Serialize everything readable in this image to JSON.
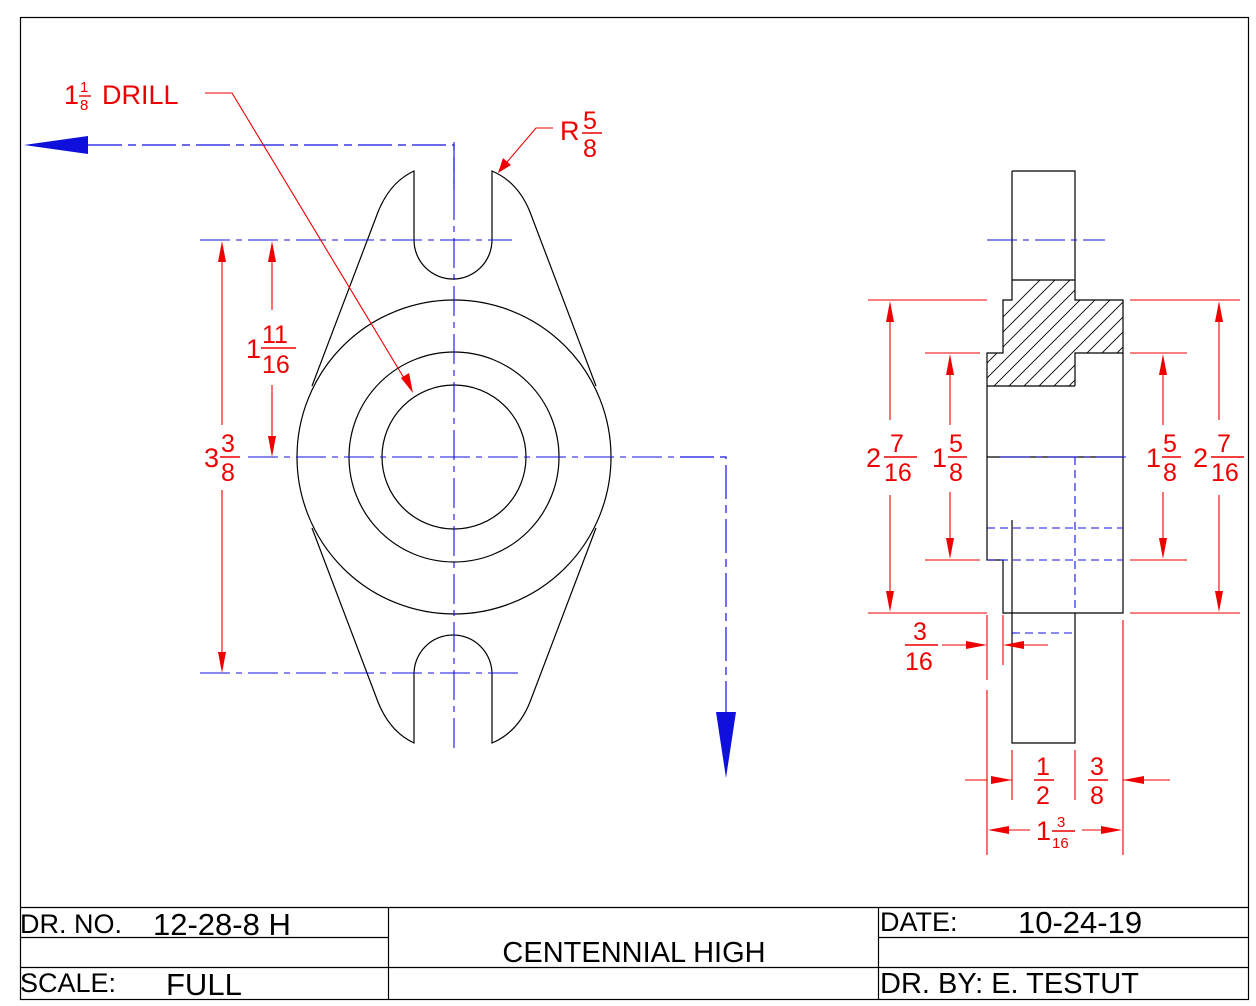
{
  "dimensions": {
    "drill": {
      "whole": "1",
      "num": "1",
      "den": "8",
      "label": "DRILL"
    },
    "radius": {
      "prefix": "R",
      "num": "5",
      "den": "8"
    },
    "height_3_3_8": {
      "whole": "3",
      "num": "3",
      "den": "8"
    },
    "height_1_11_16": {
      "whole": "1",
      "num": "11",
      "den": "16"
    },
    "side_left_2_7_16": {
      "whole": "2",
      "num": "7",
      "den": "16"
    },
    "side_left_1_5_8": {
      "whole": "1",
      "num": "5",
      "den": "8"
    },
    "side_right_1_5_8": {
      "whole": "1",
      "num": "5",
      "den": "8"
    },
    "side_right_2_7_16": {
      "whole": "2",
      "num": "7",
      "den": "16"
    },
    "step_3_16": {
      "num": "3",
      "den": "16"
    },
    "width_1_2": {
      "num": "1",
      "den": "2"
    },
    "width_3_8": {
      "num": "3",
      "den": "8"
    },
    "overall_1_3_16": {
      "whole": "1",
      "num": "3",
      "den": "16"
    }
  },
  "title_block": {
    "dr_no_label": "DR. NO.",
    "dr_no_value": "12-28-8 H",
    "scale_label": "SCALE:",
    "scale_value": "FULL",
    "school": "CENTENNIAL HIGH",
    "date_label": "DATE:",
    "date_value": "10-24-19",
    "drawn_by": "DR. BY: E. TESTUT"
  },
  "colors": {
    "object_lines": "#000000",
    "center_lines": "#1010dd",
    "dimensions": "#ee0000"
  }
}
